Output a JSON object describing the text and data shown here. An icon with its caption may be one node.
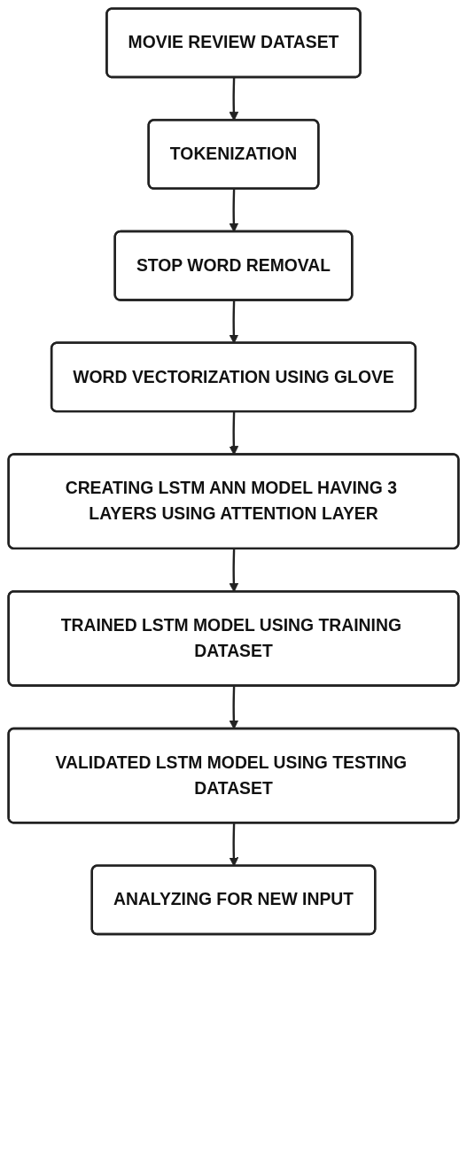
{
  "diagram": {
    "nodes": [
      {
        "text": [
          "MOVIE REVIEW DATASET"
        ]
      },
      {
        "text": [
          "TOKENIZATION"
        ]
      },
      {
        "text": [
          "STOP WORD REMOVAL"
        ]
      },
      {
        "text": [
          "WORD VECTORIZATION USING GLOVE"
        ]
      },
      {
        "text": [
          "CREATING LSTM ANN MODEL HAVING 3 LAYERS USING ATTENTION LAYER"
        ]
      },
      {
        "text": [
          "TRAINED LSTM MODEL USING TRAINING DATASET"
        ]
      },
      {
        "text": [
          "VALIDATED LSTM MODEL USING TESTING DATASET"
        ]
      },
      {
        "text": [
          "ANALYZING FOR NEW INPUT"
        ]
      }
    ],
    "edges": [
      {
        "from": 0,
        "to": 1,
        "arrow": "to"
      },
      {
        "from": 1,
        "to": 2,
        "arrow": "to"
      },
      {
        "from": 2,
        "to": 3,
        "arrow": "to"
      },
      {
        "from": 3,
        "to": 4,
        "arrow": "to"
      },
      {
        "from": 4,
        "to": 5,
        "arrow": "to"
      },
      {
        "from": 5,
        "to": 6,
        "arrow": "to"
      },
      {
        "from": 6,
        "to": 7,
        "arrow": "to"
      }
    ]
  }
}
